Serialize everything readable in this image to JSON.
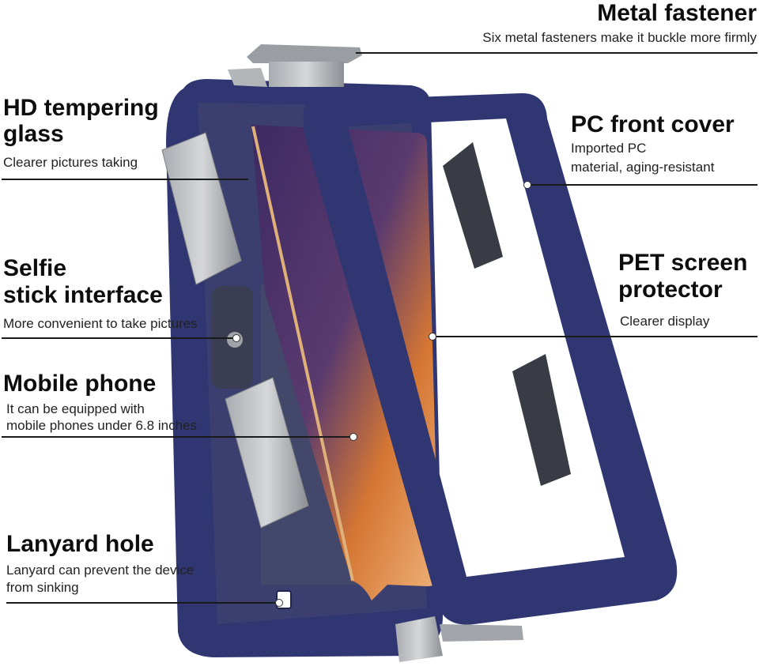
{
  "colors": {
    "case_navy": "#2f3672",
    "case_navy_dark": "#1f2450",
    "clip_gray": "#8f9296",
    "clip_gray_light": "#c4c6c9",
    "phone_orange": "#d97a3a",
    "phone_purple": "#4a2f6a"
  },
  "callouts": {
    "metal_fastener": {
      "title": "Metal fastener",
      "desc": "Six metal fasteners make it buckle more firmly"
    },
    "hd_glass": {
      "title_line1": "HD tempering",
      "title_line2": "glass",
      "desc": "Clearer pictures taking"
    },
    "pc_cover": {
      "title": "PC front cover",
      "desc_line1": "Imported PC",
      "desc_line2": "material, aging-resistant"
    },
    "selfie": {
      "title_line1": "Selfie",
      "title_line2": "stick interface",
      "desc": "More convenient to take pictures"
    },
    "pet_protector": {
      "title_line1": "PET screen",
      "title_line2": "protector",
      "desc": "Clearer display"
    },
    "mobile_phone": {
      "title": "Mobile phone",
      "desc_line1": "It can be equipped with",
      "desc_line2": "mobile phones under 6.8 inches"
    },
    "lanyard": {
      "title": "Lanyard hole",
      "desc_line1": "Lanyard can prevent the device",
      "desc_line2": "from sinking"
    }
  }
}
